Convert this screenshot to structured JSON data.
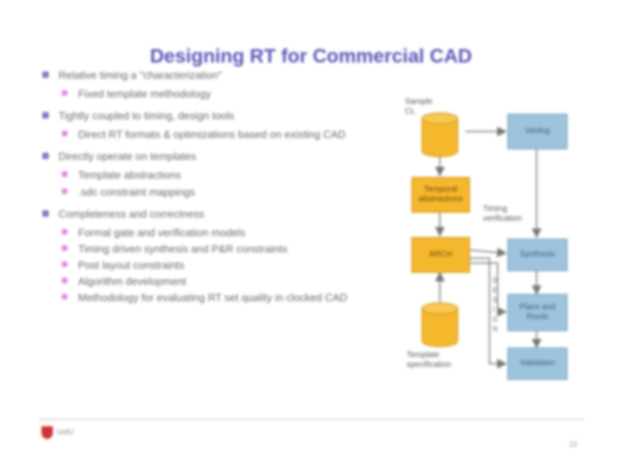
{
  "title": "Designing RT for Commercial CAD",
  "bullets": [
    {
      "text": "Relative timing a \"characterization\"",
      "sub": [
        "Fixed template methodology"
      ]
    },
    {
      "text": "Tightly coupled to timing, design tools",
      "sub": [
        "Direct RT formats & optimizations based on existing CAD"
      ]
    },
    {
      "text": "Directly operate on templates",
      "sub": [
        "Template abstractions",
        ".sdc constraint mappings"
      ]
    },
    {
      "text": "Completeness and correctness",
      "sub": [
        "Formal gate and verification models",
        "Timing driven synthesis and P&R constraints",
        "Post layout constraints",
        "Algorithm development",
        "Methodology for evaluating RT set quality in clocked CAD"
      ]
    }
  ],
  "diagram": {
    "sample_label": "Sample\nCL",
    "nodes": {
      "verilog": "Verilog",
      "temporal": "Temporal\nabstractions",
      "rt": "ARCH",
      "synthesis": "Synthesis",
      "place_route": "Place and\nRoute",
      "validation": "Validation"
    },
    "timing_label": "Timing\nverification",
    "template_label": "Template\nspecification",
    "side_letters": "D\nE\nS\nI\nG\nN"
  },
  "footer": {
    "logo_text": "UofU",
    "page": "12"
  },
  "colors": {
    "title": "#5a56b8",
    "box_blue": "#9ec3dc",
    "box_orange": "#f5b82c",
    "bullet": "#7a7ac8",
    "sub_bullet": "#e088e0"
  }
}
